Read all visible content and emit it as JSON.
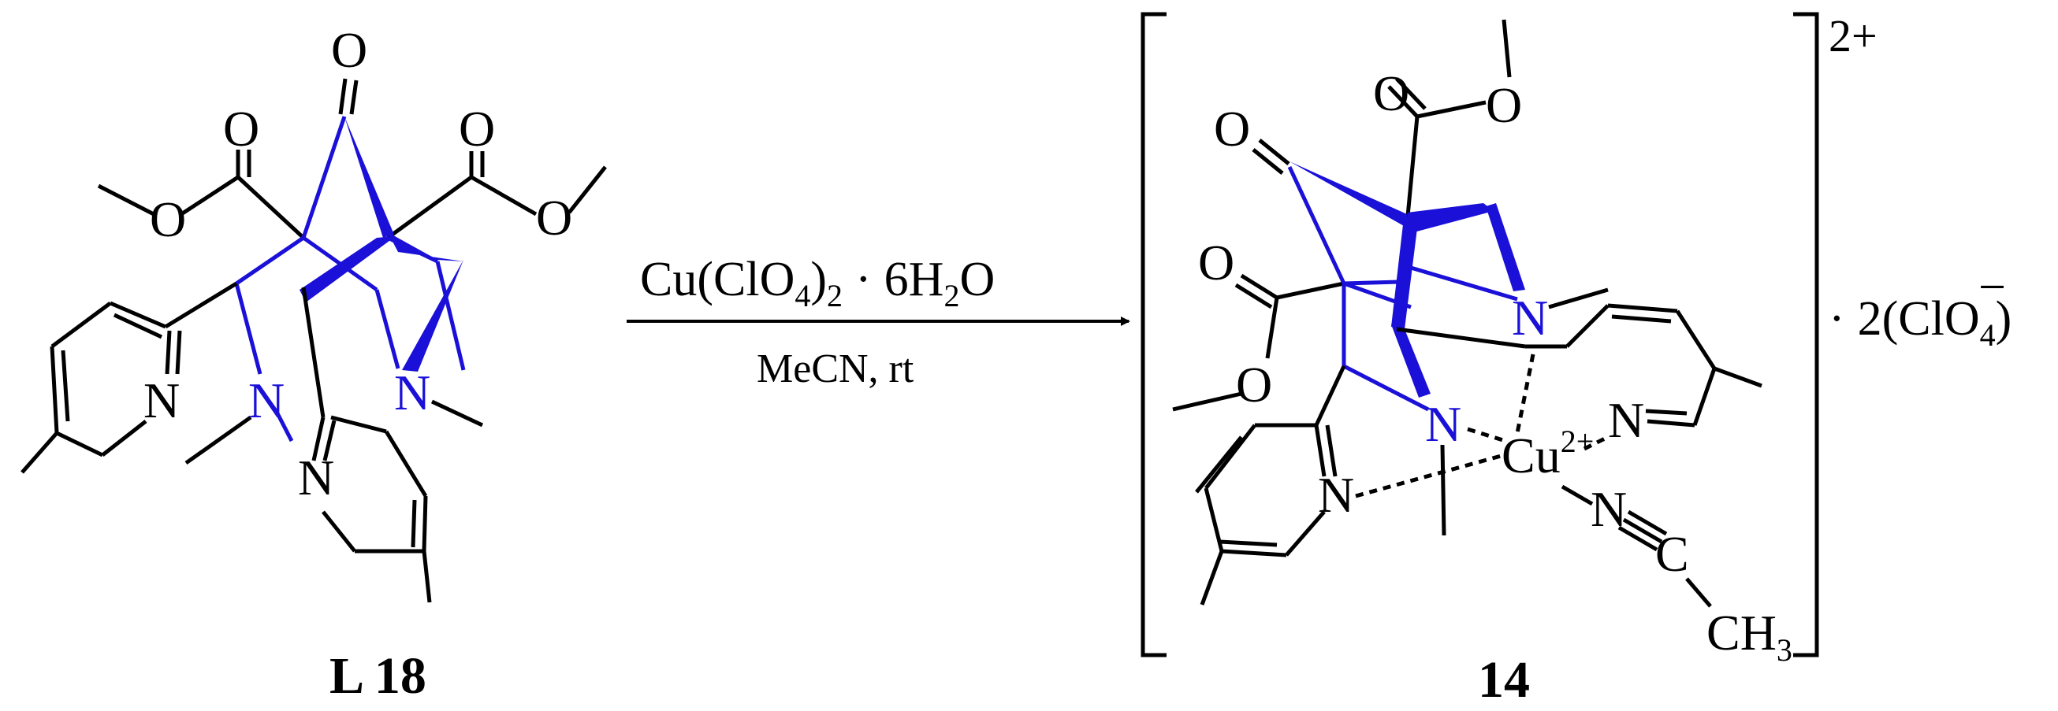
{
  "reaction": {
    "reactant_label": "L 18",
    "product_label": "14",
    "reagent": {
      "cu": "Cu(ClO",
      "sub4": "4",
      "close": ")",
      "sub2": "2",
      "dot": "·",
      "water": "6H",
      "water_sub": "2",
      "water_o": "O"
    },
    "conditions": "MeCN, rt",
    "charge": "2+",
    "counterion": {
      "dot": "·",
      "prefix": "2(ClO",
      "sub": "4",
      "minus": "−",
      "suffix": ")"
    }
  },
  "atoms": {
    "O": "O",
    "N": "N",
    "C": "C",
    "CH": "CH",
    "H3": "3",
    "Cu": "Cu",
    "Cu_charge": "2+"
  },
  "colors": {
    "ink": "#000000",
    "ring": "#1a10d8",
    "background": "#ffffff"
  }
}
